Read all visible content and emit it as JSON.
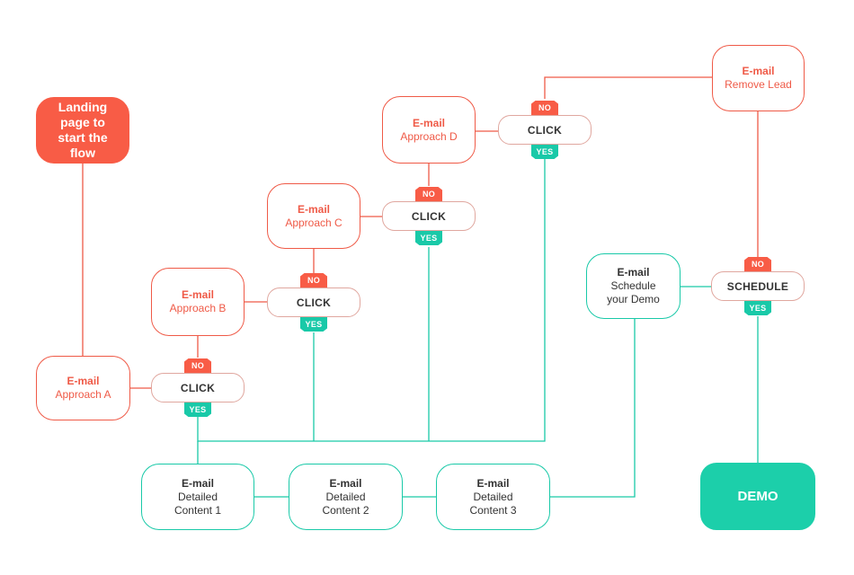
{
  "colors": {
    "red": "#f85c46",
    "red_line": "#ef5a47",
    "teal": "#19c9a8",
    "teal_fill": "#1ccfaa"
  },
  "start": {
    "label": "Landing page to start the flow"
  },
  "nodes": {
    "approach_a": {
      "line1": "E-mail",
      "line2": "Approach A"
    },
    "approach_b": {
      "line1": "E-mail",
      "line2": "Approach B"
    },
    "approach_c": {
      "line1": "E-mail",
      "line2": "Approach C"
    },
    "approach_d": {
      "line1": "E-mail",
      "line2": "Approach D"
    },
    "remove_lead": {
      "line1": "E-mail",
      "line2": "Remove Lead"
    },
    "schedule_demo": {
      "line1": "E-mail",
      "line2": "Schedule",
      "line3": "your Demo"
    },
    "content_1": {
      "line1": "E-mail",
      "line2": "Detailed",
      "line3": "Content 1"
    },
    "content_2": {
      "line1": "E-mail",
      "line2": "Detailed",
      "line3": "Content 2"
    },
    "content_3": {
      "line1": "E-mail",
      "line2": "Detailed",
      "line3": "Content 3"
    }
  },
  "decisions": {
    "click_1": {
      "label": "CLICK",
      "no": "NO",
      "yes": "YES"
    },
    "click_2": {
      "label": "CLICK",
      "no": "NO",
      "yes": "YES"
    },
    "click_3": {
      "label": "CLICK",
      "no": "NO",
      "yes": "YES"
    },
    "click_4": {
      "label": "CLICK",
      "no": "NO",
      "yes": "YES"
    },
    "schedule": {
      "label": "SCHEDULE",
      "no": "NO",
      "yes": "YES"
    }
  },
  "end": {
    "label": "DEMO"
  }
}
